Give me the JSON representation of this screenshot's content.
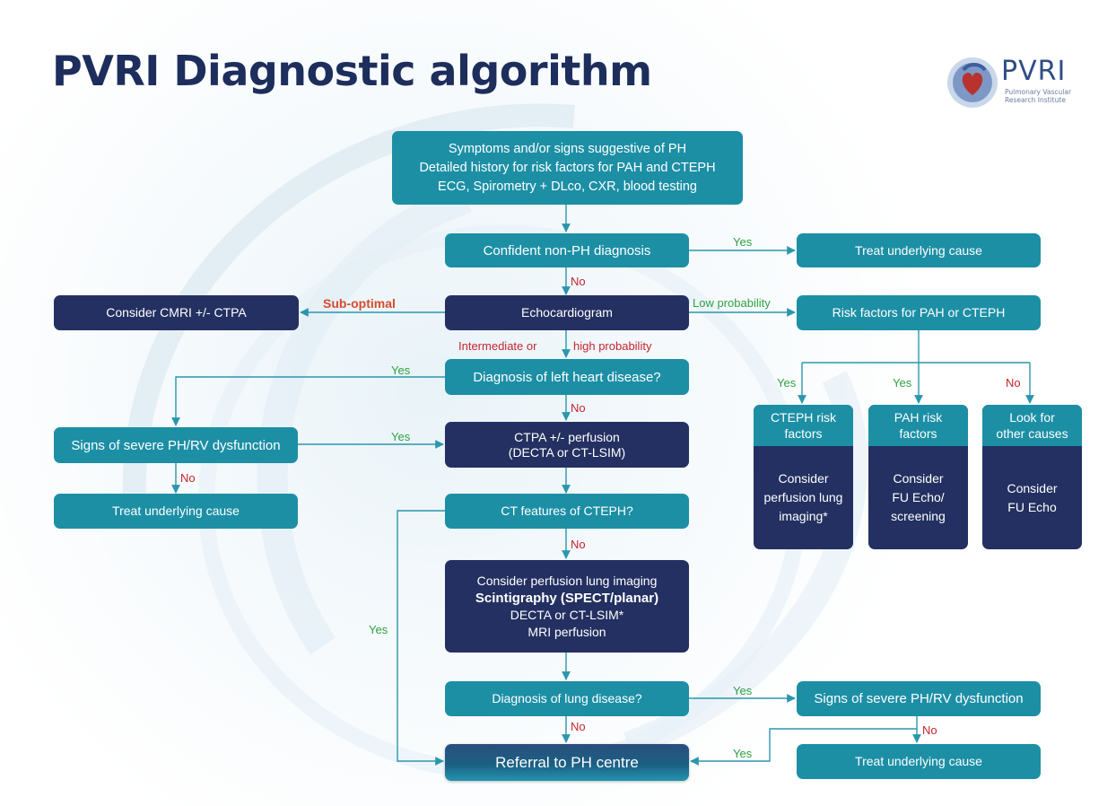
{
  "title": "PVRI Diagnostic algorithm",
  "logo": {
    "name": "PVRI",
    "subtitle": "Pulmonary Vascular Research Institute"
  },
  "colors": {
    "teal": "#1c8fa5",
    "navy": "#233061",
    "title": "#1d2e5c",
    "yes": "#2fa145",
    "no": "#c4262e",
    "suboptimal": "#d64a2e",
    "connector": "#2a96ad"
  },
  "boxes": {
    "start": [
      "Symptoms and/or signs suggestive of PH",
      "Detailed history for risk factors for PAH and CTEPH",
      "ECG, Spirometry + DLco, CXR, blood testing"
    ],
    "confident_non_ph": "Confident non-PH diagnosis",
    "treat_top": "Treat underlying cause",
    "echo": "Echocardiogram",
    "cmri": "Consider CMRI +/- CTPA",
    "risk_factors": "Risk factors for PAH or CTEPH",
    "left_heart": "Diagnosis of left heart disease?",
    "signs_left": "Signs of severe PH/RV dysfunction",
    "treat_left": "Treat underlying cause",
    "ctpa": [
      "CTPA +/- perfusion",
      "(DECTA or CT-LSIM)"
    ],
    "ct_features": "CT features of CTEPH?",
    "perfusion": [
      "Consider perfusion lung imaging",
      "Scintigraphy (SPECT/planar)",
      "DECTA or CT-LSIM*",
      "MRI perfusion"
    ],
    "lung_disease": "Diagnosis of lung disease?",
    "signs_right": "Signs of severe PH/RV dysfunction",
    "referral": "Referral to PH centre",
    "treat_bottom": "Treat underlying cause",
    "cteph_rf": {
      "head": [
        "CTEPH risk",
        "factors"
      ],
      "body": [
        "Consider",
        "perfusion lung",
        "imaging*"
      ]
    },
    "pah_rf": {
      "head": [
        "PAH risk",
        "factors"
      ],
      "body": [
        "Consider",
        "FU Echo/",
        "screening"
      ]
    },
    "other": {
      "head": [
        "Look for",
        "other causes"
      ],
      "body": [
        "Consider",
        "FU Echo"
      ]
    }
  },
  "labels": {
    "yes": "Yes",
    "no": "No",
    "sub_optimal": "Sub-optimal",
    "low_probability": "Low probability",
    "intermediate_or": "Intermediate or",
    "high_probability": "high probability"
  }
}
